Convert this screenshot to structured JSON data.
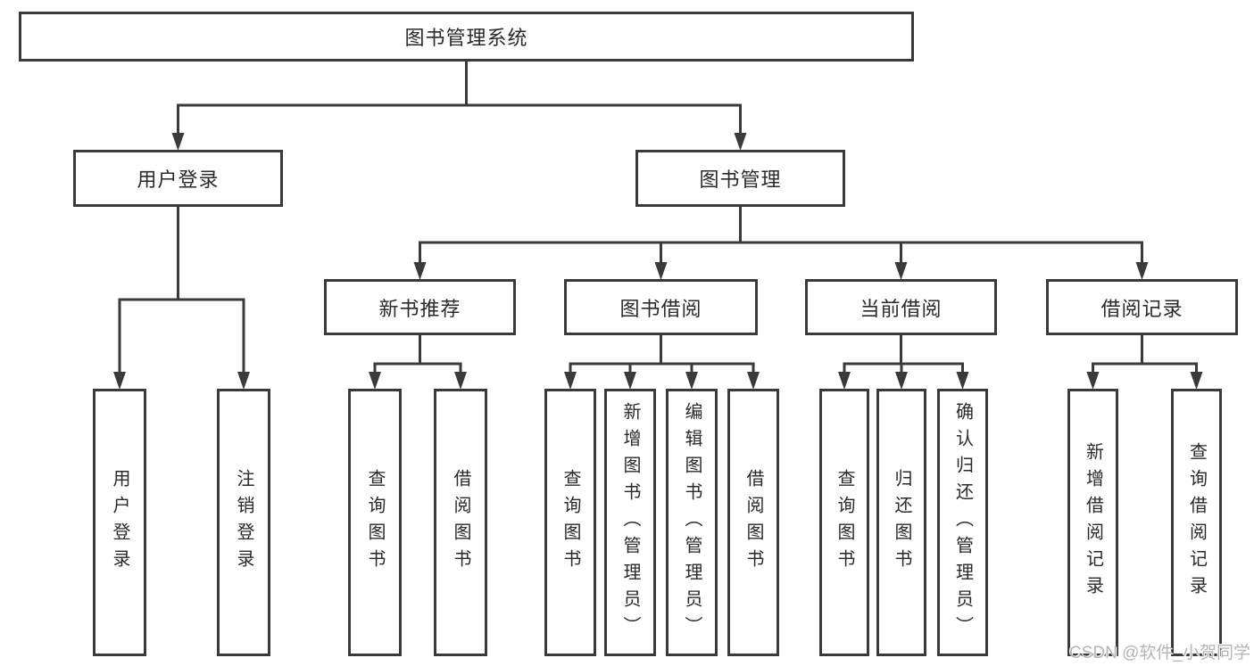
{
  "diagram": {
    "title": "图书管理系统",
    "nodes": [
      {
        "id": "root",
        "label": "图书管理系统",
        "orientation": "h"
      },
      {
        "id": "user_login",
        "label": "用户登录",
        "orientation": "h"
      },
      {
        "id": "book_mgmt",
        "label": "图书管理",
        "orientation": "h"
      },
      {
        "id": "new_book_rec",
        "label": "新书推荐",
        "orientation": "h"
      },
      {
        "id": "book_borrow",
        "label": "图书借阅",
        "orientation": "h"
      },
      {
        "id": "current_borrow",
        "label": "当前借阅",
        "orientation": "h"
      },
      {
        "id": "borrow_record",
        "label": "借阅记录",
        "orientation": "h"
      },
      {
        "id": "a1",
        "label": "用户登录",
        "orientation": "v"
      },
      {
        "id": "a2",
        "label": "注销登录",
        "orientation": "v"
      },
      {
        "id": "b1",
        "label": "查询图书",
        "orientation": "v"
      },
      {
        "id": "b2",
        "label": "借阅图书",
        "orientation": "v"
      },
      {
        "id": "c1",
        "label": "查询图书",
        "orientation": "v"
      },
      {
        "id": "c2",
        "label": "新增图书（管理员）",
        "orientation": "v"
      },
      {
        "id": "c3",
        "label": "编辑图书（管理员）",
        "orientation": "v"
      },
      {
        "id": "c4",
        "label": "借阅图书",
        "orientation": "v"
      },
      {
        "id": "d1",
        "label": "查询图书",
        "orientation": "v"
      },
      {
        "id": "d2",
        "label": "归还图书",
        "orientation": "v"
      },
      {
        "id": "d3",
        "label": "确认归还（管理员）",
        "orientation": "v"
      },
      {
        "id": "e1",
        "label": "新增借阅记录",
        "orientation": "v"
      },
      {
        "id": "e2",
        "label": "查询借阅记录",
        "orientation": "v"
      }
    ],
    "edges": [
      {
        "parent": "root",
        "children": [
          "user_login",
          "book_mgmt"
        ]
      },
      {
        "parent": "user_login",
        "children": [
          "a1",
          "a2"
        ]
      },
      {
        "parent": "book_mgmt",
        "children": [
          "new_book_rec",
          "book_borrow",
          "current_borrow",
          "borrow_record"
        ]
      },
      {
        "parent": "new_book_rec",
        "children": [
          "b1",
          "b2"
        ]
      },
      {
        "parent": "book_borrow",
        "children": [
          "c1",
          "c2",
          "c3",
          "c4"
        ]
      },
      {
        "parent": "current_borrow",
        "children": [
          "d1",
          "d2",
          "d3"
        ]
      },
      {
        "parent": "borrow_record",
        "children": [
          "e1",
          "e2"
        ]
      }
    ]
  },
  "watermark": {
    "text": "CSDN @软件_小贺同学"
  },
  "colors": {
    "line": "#3a3a3a",
    "box_border": "#3a3a3a",
    "text": "#2a2a2a",
    "watermark": "#b5b5b5",
    "background": "#ffffff"
  }
}
